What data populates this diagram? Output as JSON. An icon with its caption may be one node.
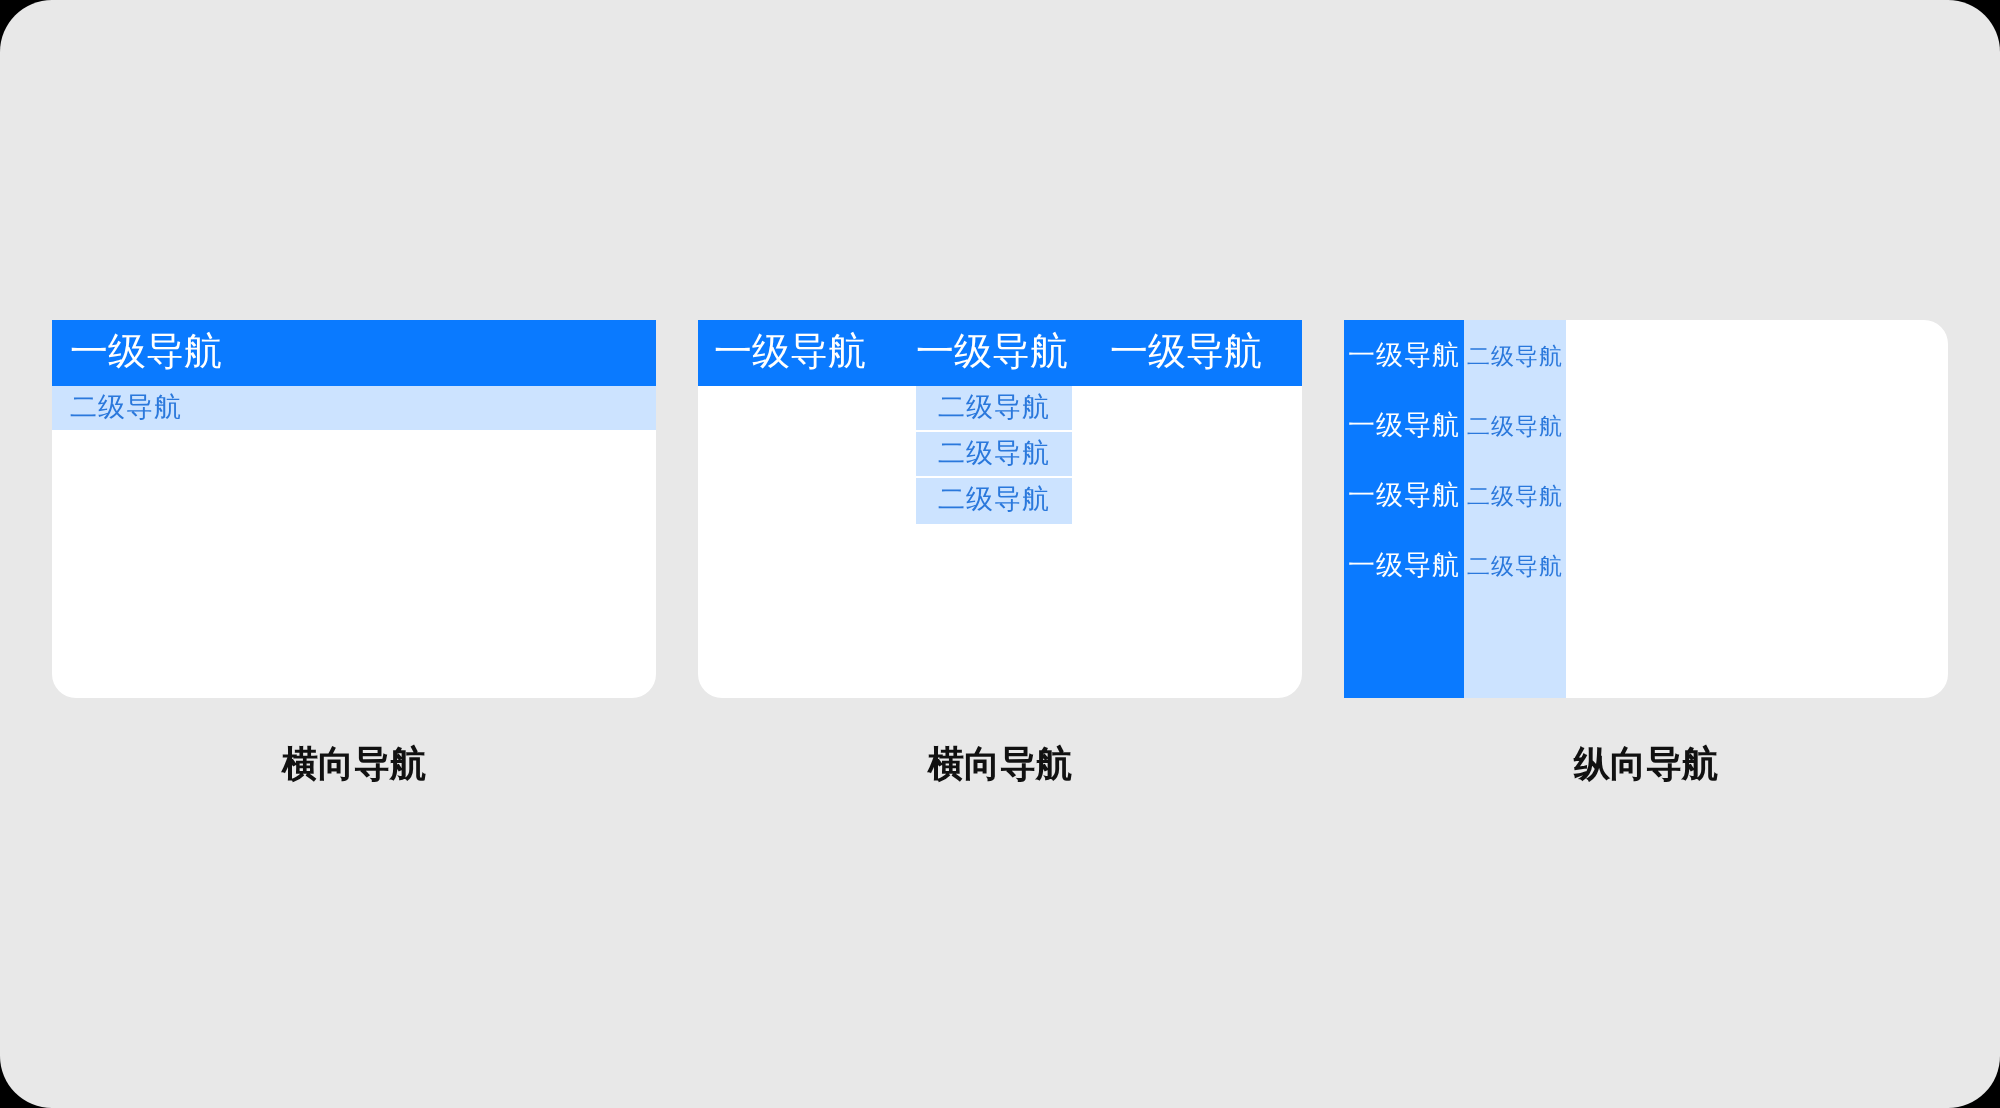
{
  "diagram": {
    "nodes": [
      {
        "text": [],
        "shape": "box",
        "beside": [
          "横向导航"
        ]
      },
      {
        "text": [
          "一级导航"
        ],
        "in": 0
      },
      {
        "text": [
          "二级导航"
        ],
        "in": 0
      },
      {
        "text": [],
        "shape": "box",
        "beside": [
          "横向导航"
        ]
      },
      {
        "text": [
          "一级导航",
          "一级导航",
          "一级导航"
        ],
        "in": 3
      },
      {
        "text": [
          "二级导航"
        ],
        "in": 3
      },
      {
        "text": [
          "二级导航"
        ],
        "in": 3
      },
      {
        "text": [
          "二级导航"
        ],
        "in": 3
      },
      {
        "text": [],
        "shape": "box",
        "beside": [
          "纵向导航"
        ]
      },
      {
        "text": [
          "一级导航",
          "一级导航",
          "一级导航",
          "一级导航"
        ],
        "in": 8
      },
      {
        "text": [
          "二级导航",
          "二级导航",
          "二级导航",
          "二级导航"
        ],
        "in": 8
      }
    ],
    "edges": []
  }
}
